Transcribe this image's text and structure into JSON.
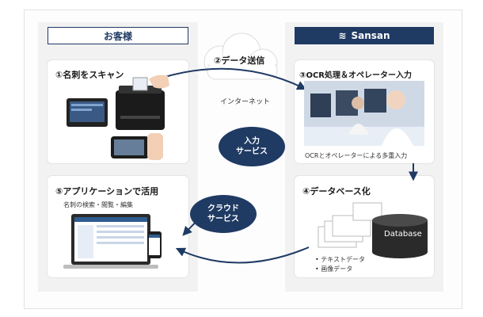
{
  "left_header": "お客様",
  "right_header": "Sansan",
  "cloud_label": "②データ送信",
  "internet_label": "インターネット",
  "step1_title": "①名刺をスキャン",
  "step3_title": "③OCR処理＆オペレーター入力",
  "step3_caption": "OCRとオペレーターによる多重入力",
  "step4_title": "④データベース化",
  "database_label": "Database",
  "step4_items": [
    "テキストデータ",
    "画像データ"
  ],
  "step5_title": "⑤アプリケーションで活用",
  "step5_caption": "名刺の検索・閲覧・編集",
  "bubble_input": [
    "入力",
    "サービス"
  ],
  "bubble_cloud": [
    "クラウド",
    "サービス"
  ],
  "colors": {
    "navy": "#1f3a63",
    "panel": "#f2f2f2"
  }
}
